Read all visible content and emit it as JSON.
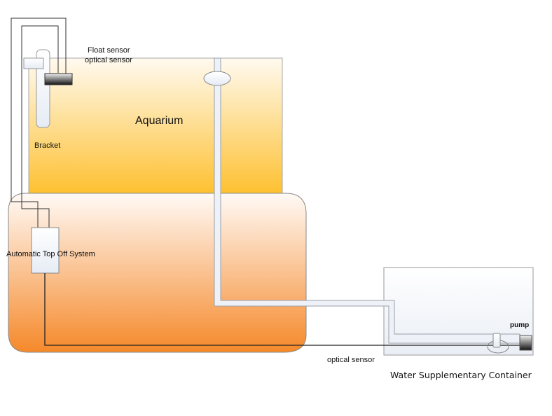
{
  "diagram": {
    "type": "aquarium auto top-off system schematic",
    "labels": {
      "float_sensor": "Float sensor",
      "optical_sensor_top": "optical sensor",
      "aquarium": "Aquarium",
      "bracket": "Bracket",
      "ato_system": "Automatic Top Off System",
      "optical_sensor_bottom": "optical sensor",
      "pump": "pump",
      "water_container": "Water Supplementary Container"
    },
    "colors": {
      "aquarium_top": "#fffaf0",
      "aquarium_bottom": "#fdbf2d",
      "sump_top": "#fffaf6",
      "sump_bottom": "#f5892a",
      "container_fill": "#f4f6fa",
      "pipe_fill": "#eef2f8",
      "pipe_stroke": "#9aa0aa",
      "wire": "#222222"
    },
    "components": [
      "aquarium-tank",
      "sump-tank",
      "bracket",
      "float-sensor",
      "optical-sensor",
      "ato-controller",
      "water-container",
      "pump",
      "supply-pipe",
      "overflow-float"
    ]
  }
}
